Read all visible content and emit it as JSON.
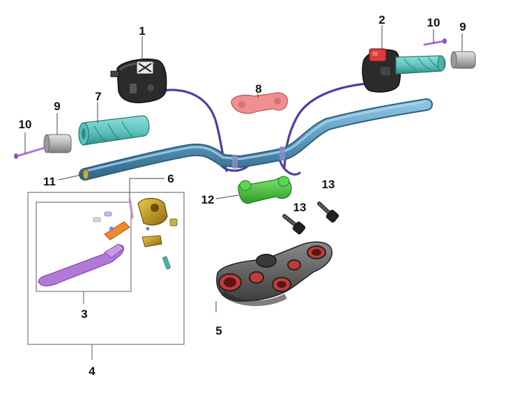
{
  "colors": {
    "handlebar": "#5b98bf",
    "handlebar_shade": "#3e7598",
    "grip": "#63c7c2",
    "grip_shade": "#3c9c98",
    "switch_body": "#2b2b2b",
    "switch_button": "#d93a3a",
    "bar_end": "#b9b9b9",
    "bolt_purple": "#a873d6",
    "cable": "#4b3fa3",
    "clamp_upper": "#ef8f8f",
    "clamp_lower": "#48c23e",
    "triple_clamp": "#5a5a5a",
    "triple_clamp_insert": "#c43b3b",
    "lever": "#b27ad6",
    "perch": "#b8951c",
    "bracket_line": "#777777"
  },
  "callouts": {
    "c1": "1",
    "c2": "2",
    "c3": "3",
    "c4": "4",
    "c5": "5",
    "c6": "6",
    "c7": "7",
    "c8": "8",
    "c9_left": "9",
    "c9_right": "9",
    "c10_left": "10",
    "c10_right": "10",
    "c11": "11",
    "c12": "12",
    "c13_left": "13",
    "c13_right": "13"
  }
}
